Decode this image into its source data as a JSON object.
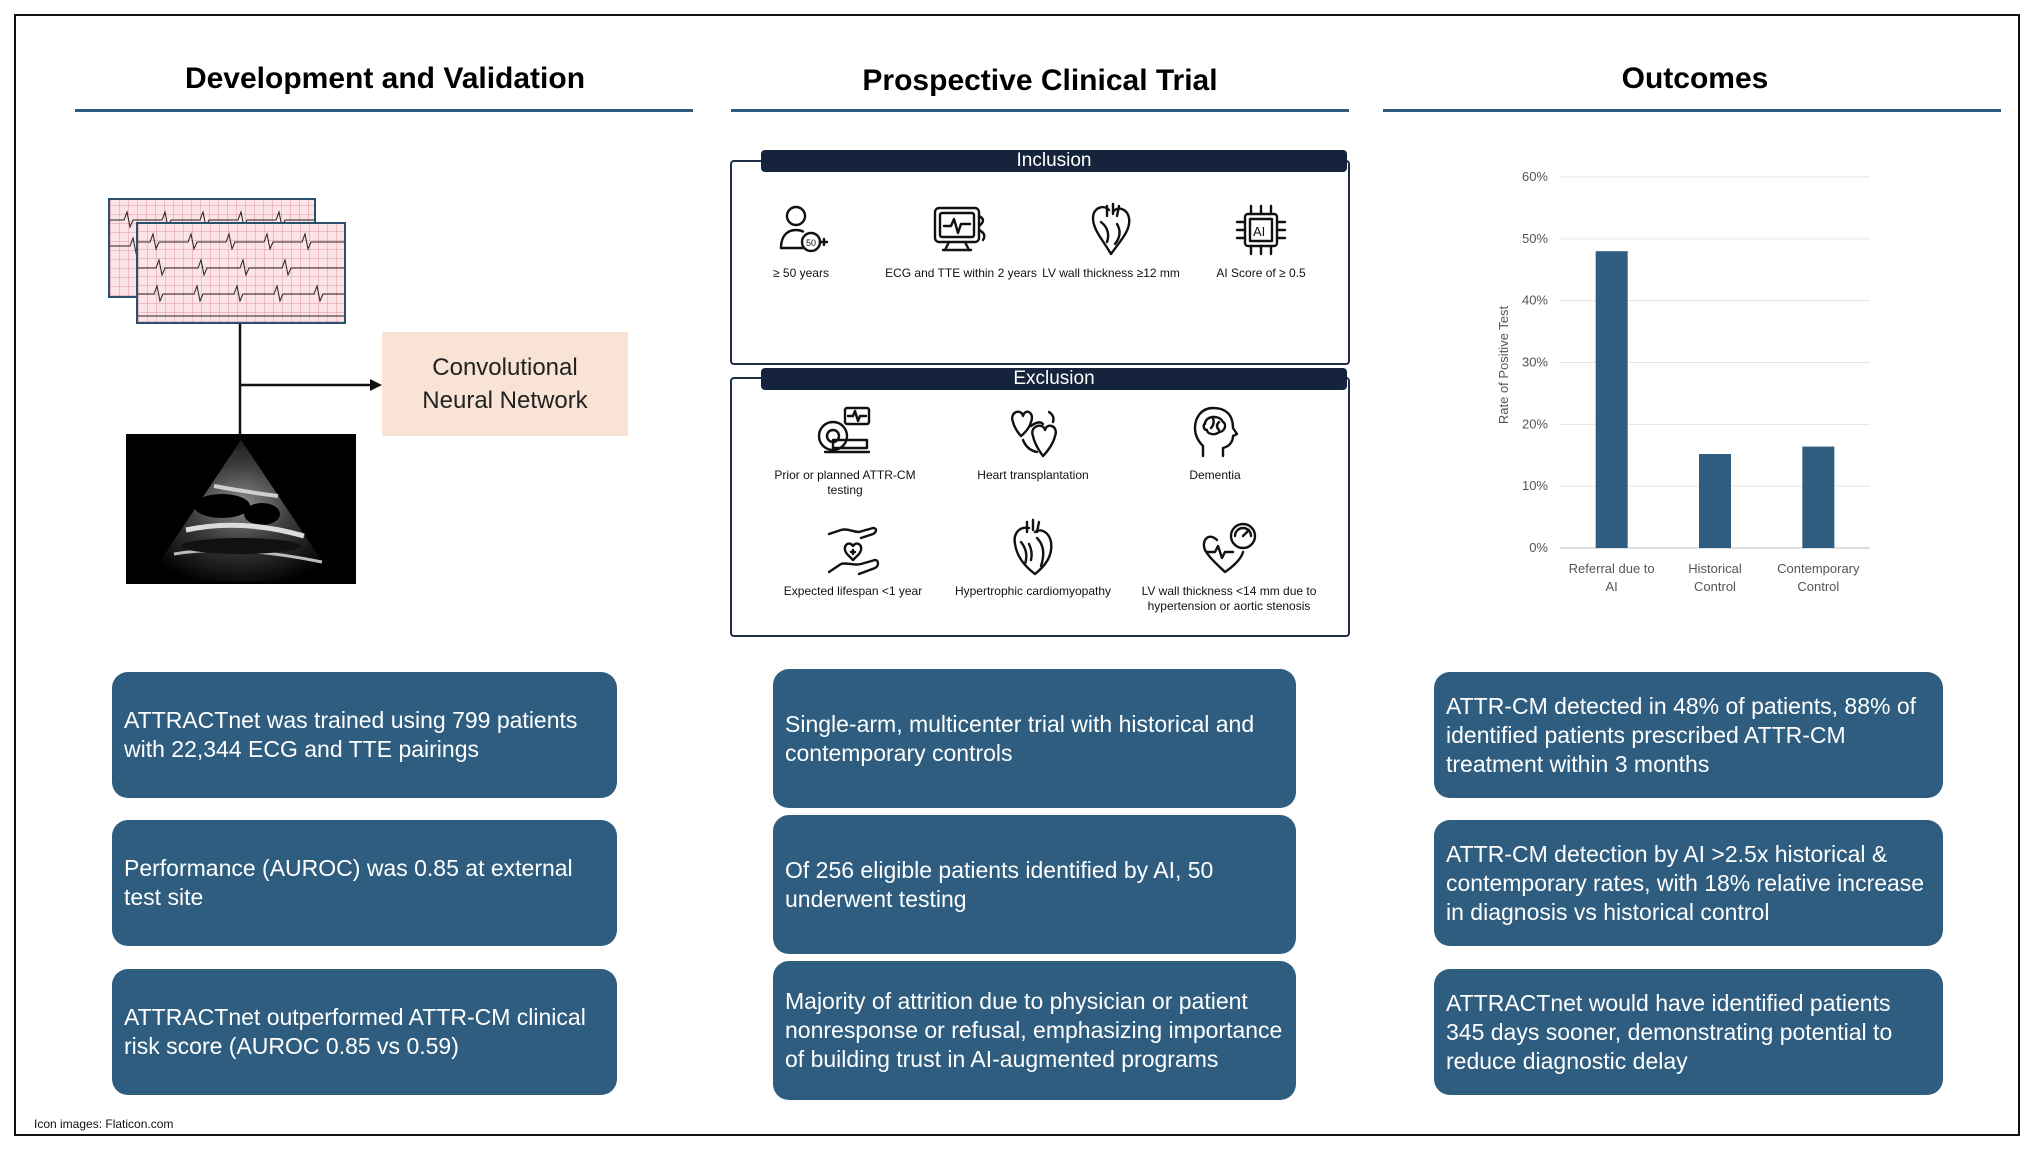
{
  "columns": {
    "development": {
      "title": "Development and Validation",
      "cnn_label_line1": "Convolutional",
      "cnn_label_line2": "Neural Network",
      "boxes": [
        "ATTRACTnet was trained using 799 patients with 22,344 ECG and TTE pairings",
        "Performance (AUROC) was 0.85 at external test site",
        "ATTRACTnet outperformed ATTR-CM clinical risk score (AUROC 0.85 vs 0.59)"
      ]
    },
    "trial": {
      "title": "Prospective Clinical Trial",
      "inclusion": {
        "title": "Inclusion",
        "items": [
          {
            "icon": "person-age-icon",
            "label": "≥ 50 years"
          },
          {
            "icon": "ecg-monitor-icon",
            "label": "ECG and TTE within 2 years"
          },
          {
            "icon": "heart-icon",
            "label": "LV wall thickness ≥12 mm"
          },
          {
            "icon": "ai-chip-icon",
            "label": "AI Score of ≥ 0.5"
          }
        ]
      },
      "exclusion": {
        "title": "Exclusion",
        "items": [
          {
            "icon": "scanner-icon",
            "label": "Prior or planned ATTR-CM testing"
          },
          {
            "icon": "heart-transplant-icon",
            "label": "Heart transplantation"
          },
          {
            "icon": "brain-head-icon",
            "label": "Dementia"
          },
          {
            "icon": "hand-heart-icon",
            "label": "Expected lifespan <1 year"
          },
          {
            "icon": "enlarged-heart-icon",
            "label": "Hypertrophic cardiomyopathy"
          },
          {
            "icon": "heart-pressure-icon",
            "label": "LV wall thickness <14 mm due to hypertension or aortic stenosis"
          }
        ]
      },
      "boxes": [
        "Single-arm, multicenter trial with historical and contemporary controls",
        "Of 256 eligible patients identified by AI, 50 underwent testing",
        "Majority of attrition due to physician or patient nonresponse or refusal, emphasizing importance of building trust in AI-augmented programs"
      ]
    },
    "outcomes": {
      "title": "Outcomes",
      "boxes": [
        "ATTR-CM detected in 48% of patients, 88% of identified patients prescribed ATTR-CM treatment within 3 months",
        "ATTR-CM detection by AI >2.5x historical & contemporary rates, with 18% relative increase in diagnosis vs historical control",
        "ATTRACTnet would have identified patients 345 days sooner, demonstrating potential to reduce diagnostic delay"
      ]
    }
  },
  "chart_data": {
    "type": "bar",
    "categories": [
      "Referral due to AI",
      "Historical Control",
      "Contemporary Control"
    ],
    "values": [
      48,
      15.2,
      16.4
    ],
    "ylabel": "Rate of Positive Test",
    "yticks": [
      "0%",
      "10%",
      "20%",
      "30%",
      "40%",
      "50%",
      "60%"
    ],
    "ylim": [
      0,
      60
    ],
    "grid": true,
    "bar_color": "#2e5d80"
  },
  "colors": {
    "box_blue": "#2e5d80",
    "pill_navy": "#15243c",
    "rule_blue": "#2e5a7e",
    "cnn_peach": "#f8e3d5"
  },
  "footnote": "Icon images: Flaticon.com"
}
